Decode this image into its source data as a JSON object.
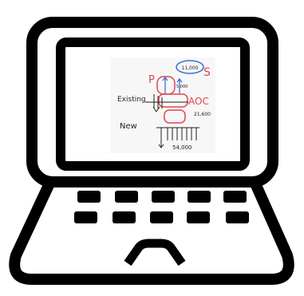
{
  "colors": {
    "outline": "#000000",
    "background": "#ffffff",
    "annotation_red": "#e0474c",
    "annotation_blue": "#3b6fd6",
    "ink": "#222222"
  },
  "icon": "laptop-icon",
  "sketch": {
    "label_existing": "Existing",
    "label_new": "New",
    "label_p": "P",
    "label_s": "S",
    "label_aoc": "AOC",
    "value_top_circle": "11,000",
    "value_5000": "5,000",
    "value_21600": "21,600",
    "value_54000": "54,000"
  }
}
